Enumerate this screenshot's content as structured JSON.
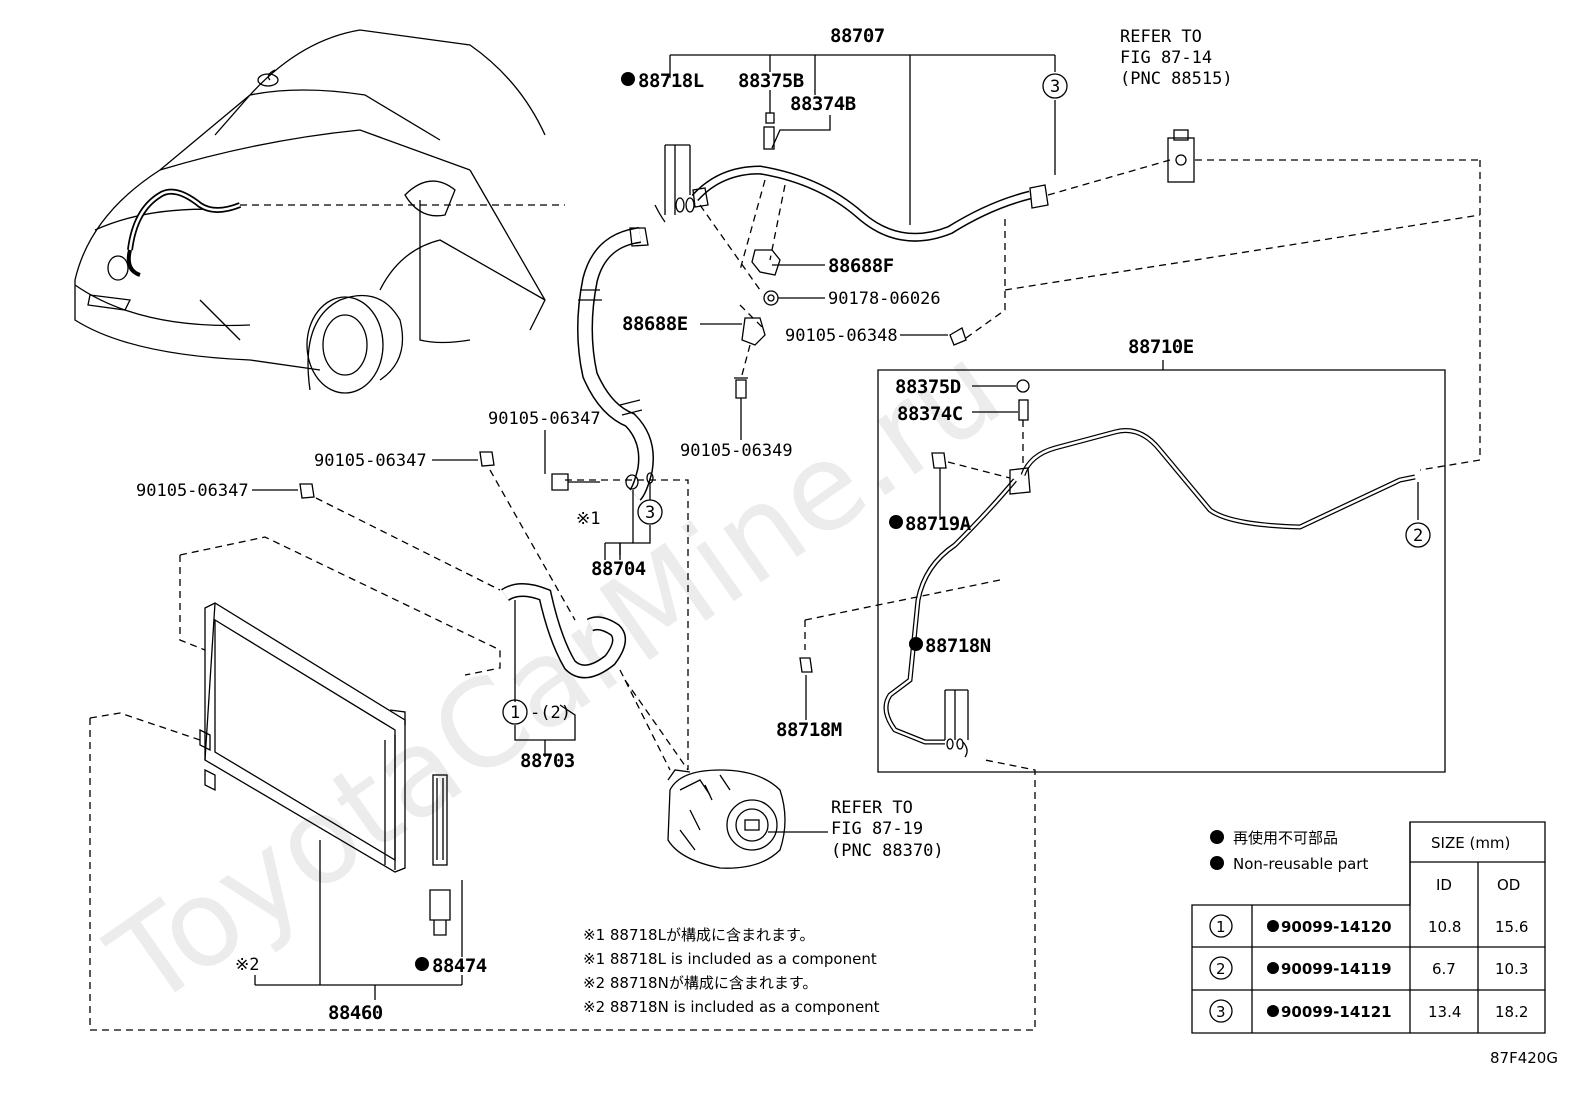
{
  "watermark": "ToyotaCarMine.ru",
  "diagram_code": "87F420G",
  "parts": {
    "p88707": "88707",
    "p88718L": "88718L",
    "p88375B": "88375B",
    "p88374B": "88374B",
    "p88688F": "88688F",
    "p90178_06026": "90178-06026",
    "p88688E": "88688E",
    "p90105_06348": "90105-06348",
    "p90105_06349": "90105-06349",
    "p90105_06347a": "90105-06347",
    "p90105_06347b": "90105-06347",
    "p90105_06347c": "90105-06347",
    "p88704": "88704",
    "p88703": "88703",
    "p88710E": "88710E",
    "p88375D": "88375D",
    "p88374C": "88374C",
    "p88719A": "88719A",
    "p88718N": "88718N",
    "p88718M": "88718M",
    "p88474": "88474",
    "p88460": "88460"
  },
  "markers": {
    "kome1": "※1",
    "kome2": "※2",
    "circle1": "1",
    "circle2": "2",
    "circle3": "3",
    "circle1_paren": "-(2)"
  },
  "refer_top": [
    "REFER TO",
    "FIG 87-14",
    "(PNC 88515)"
  ],
  "refer_compressor": [
    "REFER TO",
    "FIG 87-19",
    "(PNC 88370)"
  ],
  "notes": [
    "※1 88718Lが構成に含まれます。",
    "※1 88718L is included as a component",
    "※2 88718Nが構成に含まれます。",
    "※2 88718N is included as a component"
  ],
  "legend": {
    "jp": "再使用不可部品",
    "en": "Non-reusable part"
  },
  "size_table": {
    "header": "SIZE (mm)",
    "col_id": "ID",
    "col_od": "OD",
    "rows": [
      {
        "ref": "1",
        "part": "90099-14120",
        "id": "10.8",
        "od": "15.6"
      },
      {
        "ref": "2",
        "part": "90099-14119",
        "id": "6.7",
        "od": "10.3"
      },
      {
        "ref": "3",
        "part": "90099-14121",
        "id": "13.4",
        "od": "18.2"
      }
    ]
  }
}
